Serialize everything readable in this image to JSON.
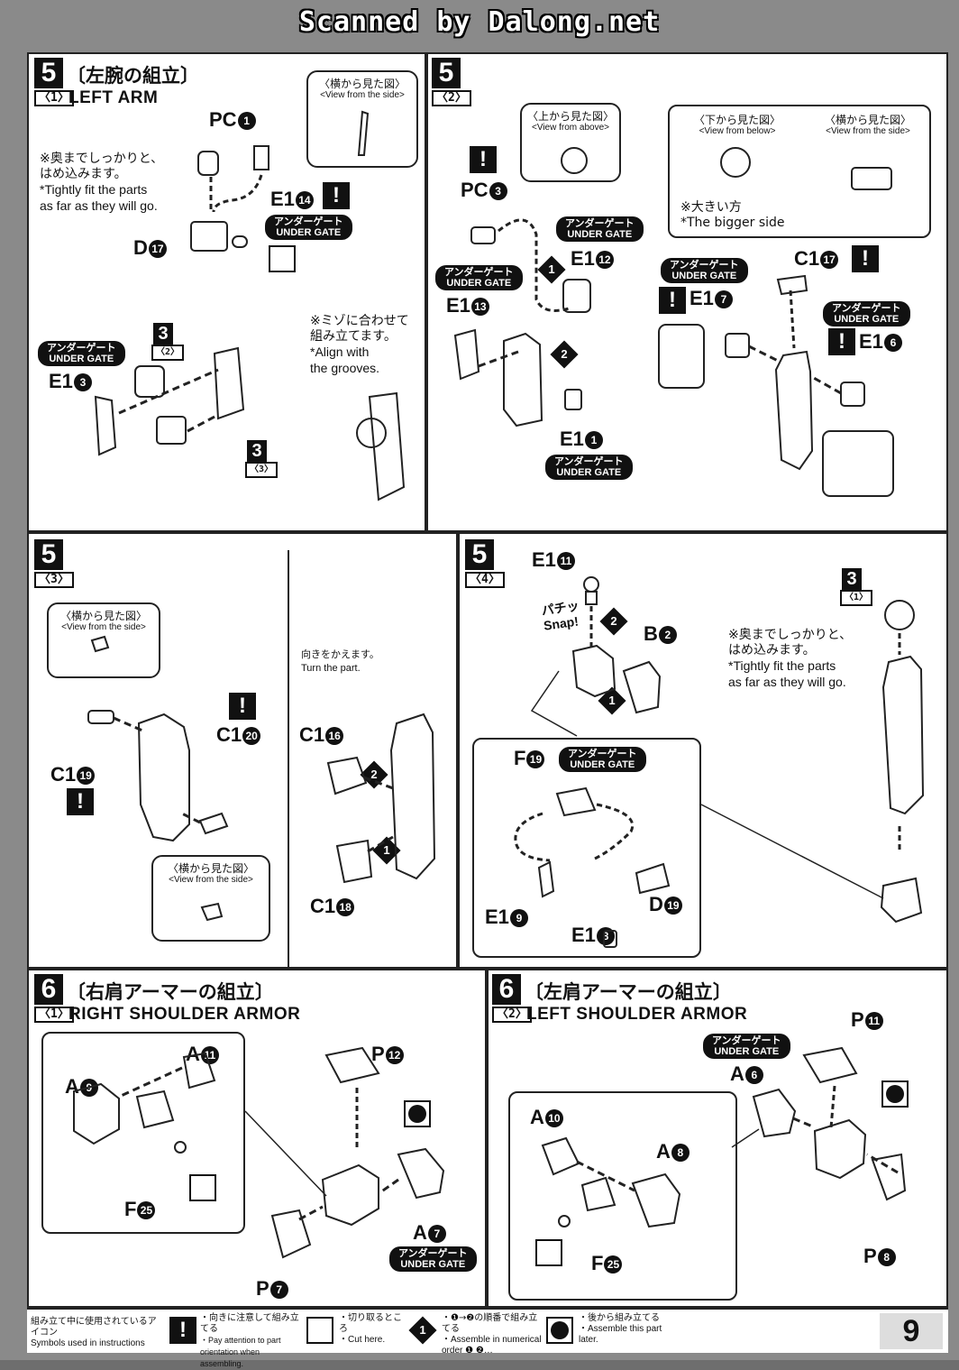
{
  "banner": "Scanned by Dalong.net",
  "page_number": "9",
  "steps": {
    "s5_1": {
      "num": "5",
      "sub": "1",
      "jp": "〔左腕の組立〕",
      "en": "LEFT ARM",
      "view_side_jp": "〈横から見た図〉",
      "view_side_en": "<View from the side>",
      "note_jp": "※奥までしっかりと、\nはめ込みます。",
      "note_en": "*Tightly fit the parts\nas far as they will go.",
      "align_jp": "※ミゾに合わせて\n組み立てます。",
      "align_en": "*Align with\nthe grooves.",
      "ref": "3",
      "ref_sub_a": "2",
      "ref_sub_b": "3"
    },
    "s5_2": {
      "num": "5",
      "sub": "2",
      "view_above_jp": "〈上から見た図〉",
      "view_above_en": "<View from above>",
      "view_below_jp": "〈下から見た図〉",
      "view_below_en": "<View from below>",
      "view_side_jp": "〈横から見た図〉",
      "view_side_en": "<View from the side>",
      "bigger_jp": "※大きい方",
      "bigger_en": "*The bigger side"
    },
    "s5_3": {
      "num": "5",
      "sub": "3",
      "view_side_jp": "〈横から見た図〉",
      "view_side_en": "<View from the side>",
      "turn_jp": "向きをかえます。",
      "turn_en": "Turn the part."
    },
    "s5_4": {
      "num": "5",
      "sub": "4",
      "snap_jp": "パチッ",
      "snap_en": "Snap!",
      "note_jp": "※奥までしっかりと、\nはめ込みます。",
      "note_en": "*Tightly fit the parts\nas far as they will go.",
      "ref": "3",
      "ref_sub": "1"
    },
    "s6_1": {
      "num": "6",
      "sub": "1",
      "jp": "〔右肩アーマーの組立〕",
      "en": "RIGHT SHOULDER ARMOR"
    },
    "s6_2": {
      "num": "6",
      "sub": "2",
      "jp": "〔左肩アーマーの組立〕",
      "en": "LEFT SHOULDER ARMOR"
    }
  },
  "under_gate_jp": "アンダーゲート",
  "under_gate_en": "UNDER GATE",
  "parts": {
    "pc1": [
      "PC",
      "1"
    ],
    "e114": [
      "E1",
      "14"
    ],
    "d17": [
      "D",
      "17"
    ],
    "e13": [
      "E1",
      "3"
    ],
    "pc3": [
      "PC",
      "3"
    ],
    "e112": [
      "E1",
      "12"
    ],
    "e113": [
      "E1",
      "13"
    ],
    "e11": [
      "E1",
      "1"
    ],
    "c117": [
      "C1",
      "17"
    ],
    "e17": [
      "E1",
      "7"
    ],
    "e16": [
      "E1",
      "6"
    ],
    "c119": [
      "C1",
      "19"
    ],
    "c120": [
      "C1",
      "20"
    ],
    "c116": [
      "C1",
      "16"
    ],
    "c118": [
      "C1",
      "18"
    ],
    "e111": [
      "E1",
      "11"
    ],
    "b2": [
      "B",
      "2"
    ],
    "f19": [
      "F",
      "19"
    ],
    "e19": [
      "E1",
      "9"
    ],
    "e18": [
      "E1",
      "8"
    ],
    "d19": [
      "D",
      "19"
    ],
    "a11": [
      "A",
      "11"
    ],
    "a9": [
      "A",
      "9"
    ],
    "p12": [
      "P",
      "12"
    ],
    "f25a": [
      "F",
      "25"
    ],
    "a7": [
      "A",
      "7"
    ],
    "p7": [
      "P",
      "7"
    ],
    "p11": [
      "P",
      "11"
    ],
    "a6": [
      "A",
      "6"
    ],
    "a10": [
      "A",
      "10"
    ],
    "a8": [
      "A",
      "8"
    ],
    "f25b": [
      "F",
      "25"
    ],
    "p8": [
      "P",
      "8"
    ]
  },
  "legend": {
    "title_jp": "組み立て中に使用されているアイコン",
    "title_en": "Symbols used in instructions",
    "caution_jp": "・向きに注意して組み立てる",
    "caution_en": "・Pay attention to part orientation when assembling.",
    "cut_jp": "・切り取るところ",
    "cut_en": "・Cut here.",
    "order_jp": "・❶→❷の順番で組み立てる",
    "order_en": "・Assemble in numerical order ❶ ❷…",
    "later_jp": "・後から組み立てる",
    "later_en": "・Assemble this part later."
  }
}
